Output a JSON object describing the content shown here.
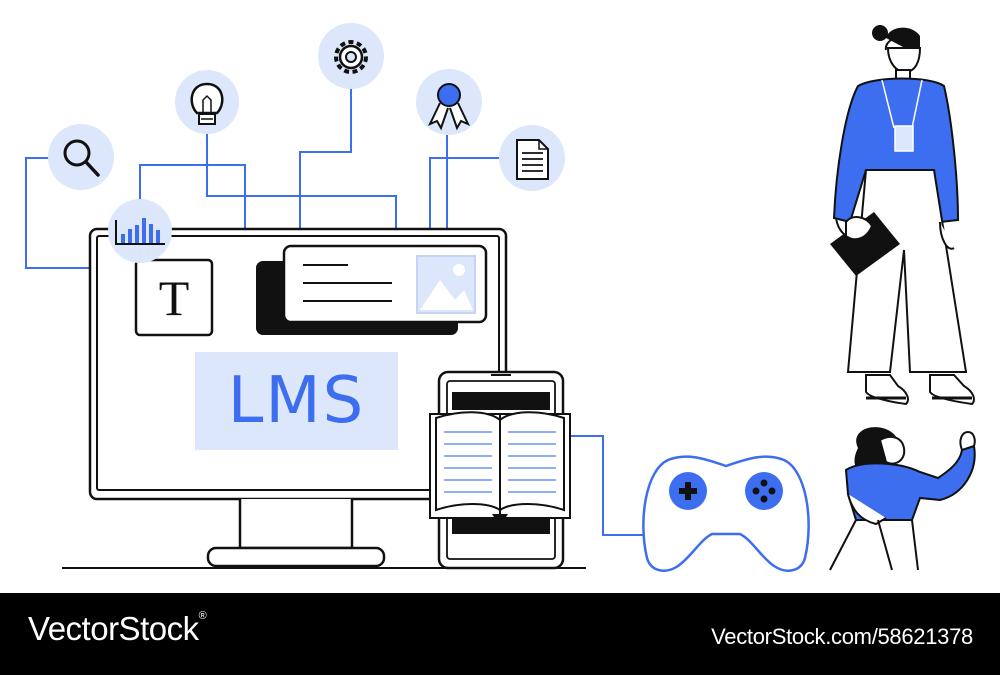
{
  "illustration": {
    "screen_label": "LMS",
    "text_tool_glyph": "T",
    "icons": [
      "search-icon",
      "bar-chart-icon",
      "lightbulb-icon",
      "gear-icon",
      "award-ribbon-icon",
      "document-icon",
      "image-icon",
      "open-book-icon",
      "gamepad-icon"
    ],
    "colors": {
      "accent": "#3d6ef0",
      "light_accent": "#dde7fb",
      "ink": "#111111"
    }
  },
  "footer": {
    "brand": "VectorStock",
    "registered_mark": "®",
    "image_id": "VectorStock.com/58621378"
  }
}
